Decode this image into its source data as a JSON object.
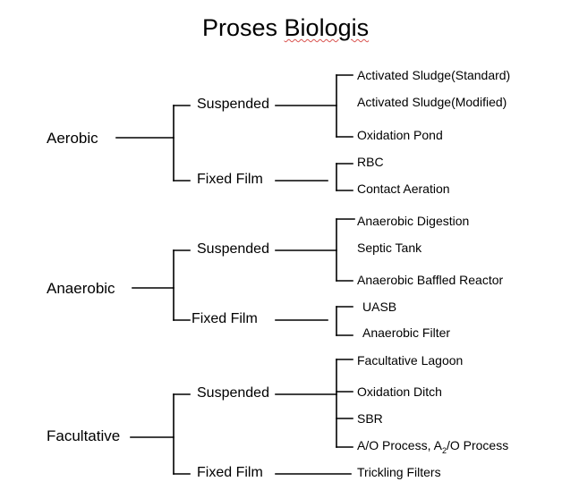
{
  "title": {
    "prefix": "Proses ",
    "word": "Biologis"
  },
  "categories": [
    {
      "label": "Aerobic",
      "groups": [
        {
          "label": "Suspended",
          "items": [
            "Activated Sludge(Standard)",
            "Activated Sludge(Modified)",
            "Oxidation Pond"
          ]
        },
        {
          "label": "Fixed Film",
          "items": [
            "RBC",
            "Contact Aeration"
          ]
        }
      ]
    },
    {
      "label": "Anaerobic",
      "groups": [
        {
          "label": "Suspended",
          "items": [
            "Anaerobic Digestion",
            "Septic Tank",
            "Anaerobic Baffled Reactor"
          ]
        },
        {
          "label": "Fixed Film",
          "items": [
            "UASB",
            "Anaerobic Filter"
          ]
        }
      ]
    },
    {
      "label": "Facultative",
      "groups": [
        {
          "label": "Suspended",
          "items": [
            "Facultative Lagoon",
            "Oxidation Ditch",
            "SBR"
          ]
        },
        {
          "label": "Fixed Film",
          "items": [
            "Trickling Filters"
          ]
        }
      ]
    }
  ],
  "special_item": {
    "p1": "A/O Process, A",
    "sub": "2",
    "p2": "/O Process"
  }
}
